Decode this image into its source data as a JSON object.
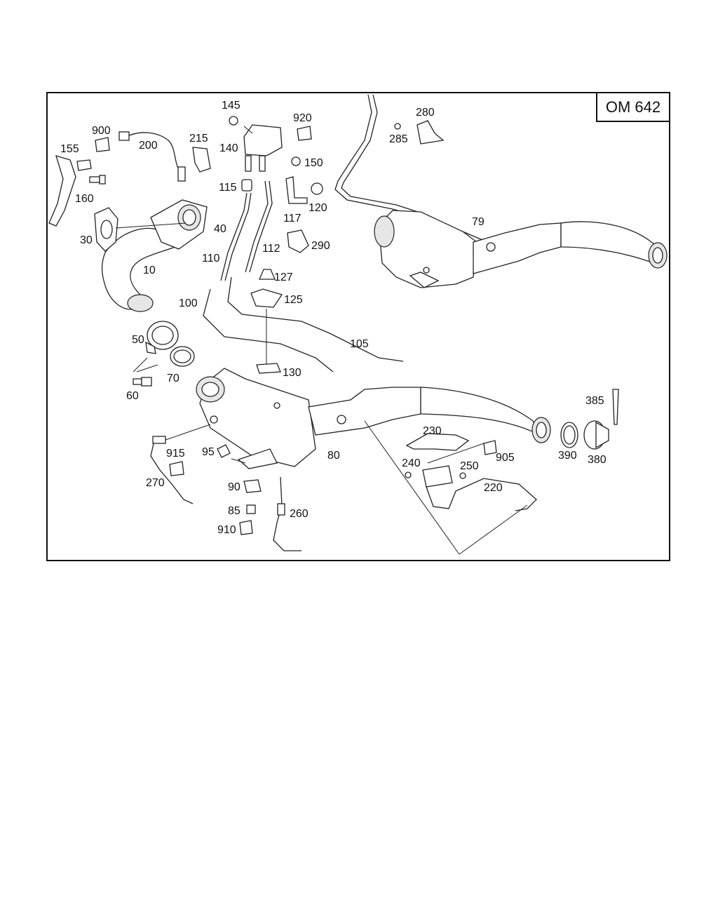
{
  "diagram": {
    "model_code": "OM 642",
    "labels": {
      "p10": "10",
      "p30": "30",
      "p40": "40",
      "p50": "50",
      "p60": "60",
      "p70": "70",
      "p79": "79",
      "p80": "80",
      "p85": "85",
      "p90": "90",
      "p95": "95",
      "p100": "100",
      "p105": "105",
      "p110": "110",
      "p112": "112",
      "p115": "115",
      "p117": "117",
      "p120": "120",
      "p125": "125",
      "p127": "127",
      "p130": "130",
      "p140": "140",
      "p145": "145",
      "p150": "150",
      "p155": "155",
      "p160": "160",
      "p200": "200",
      "p215": "215",
      "p220": "220",
      "p230": "230",
      "p240": "240",
      "p250": "250",
      "p260": "260",
      "p270": "270",
      "p280": "280",
      "p285": "285",
      "p290": "290",
      "p380": "380",
      "p385": "385",
      "p390": "390",
      "p900": "900",
      "p905": "905",
      "p910": "910",
      "p915": "915",
      "p920": "920"
    }
  }
}
